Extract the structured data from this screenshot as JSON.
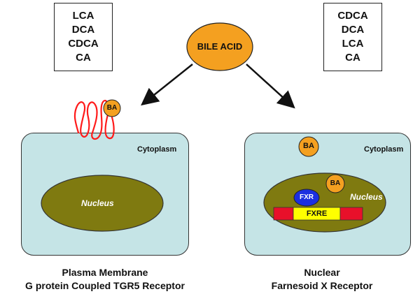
{
  "left_box": {
    "items": [
      "LCA",
      "DCA",
      "CDCA",
      "CA"
    ]
  },
  "right_box": {
    "items": [
      "CDCA",
      "DCA",
      "LCA",
      "CA"
    ]
  },
  "center": {
    "label": "BILE ACID"
  },
  "left_cell": {
    "cytoplasm_label": "Cytoplasm",
    "nucleus_label": "Nucleus",
    "ba_label": "BA",
    "caption_line1": "Plasma Membrane",
    "caption_line2": "G protein Coupled TGR5 Receptor"
  },
  "right_cell": {
    "cytoplasm_label": "Cytoplasm",
    "nucleus_label": "Nucleus",
    "ba_cyto_label": "BA",
    "ba_nuc_label": "BA",
    "fxr_label": "FXR",
    "fxre_label": "FXRE",
    "caption_line1": "Nuclear",
    "caption_line2": "Farnesoid X Receptor"
  },
  "colors": {
    "cell_fill": "#c5e4e6",
    "nucleus_fill": "#7f7a10",
    "ba_fill": "#f4a020",
    "receptor_stroke": "#ff1a1a",
    "fxr_fill": "#1c2fe0",
    "fxre_fill": "#ffff00",
    "fxre_flank": "#e8102a"
  }
}
